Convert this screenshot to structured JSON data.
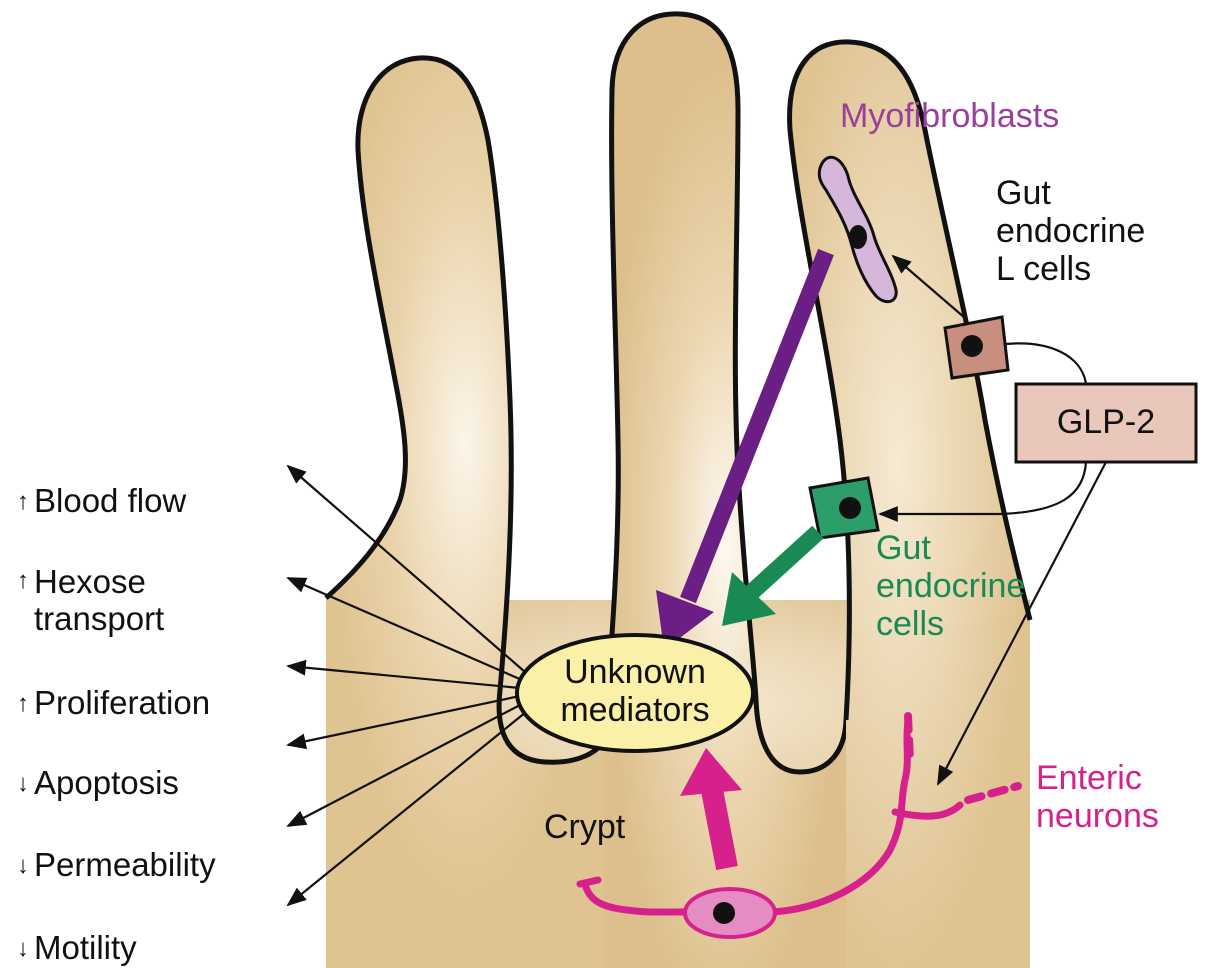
{
  "colors": {
    "tissue": "#dfc391",
    "tissue_dark": "#c9a673",
    "tissue_light": "#fbf5e9",
    "band": "#b98472",
    "outline": "#111111",
    "purple": "#9b3f9c",
    "purple_dark": "#6b1f84",
    "green": "#1a8a55",
    "green_box": "#2c9e6a",
    "magenta": "#d6218c",
    "magenta_soft": "#e36db3",
    "lcell_box": "#c98f7e",
    "glp2_box": "#e9c7bb",
    "mediator_fill": "#fbf0a8"
  },
  "labels": {
    "myofibroblasts": "Myofibroblasts",
    "gut_endocrine_l_cells": "Gut\nendocrine\nL cells",
    "glp2": "GLP-2",
    "gut_endocrine_cells": "Gut\nendocrine\ncells",
    "unknown_mediators": "Unknown\nmediators",
    "enteric_neurons": "Enteric\nneurons",
    "crypt": "Crypt"
  },
  "outcomes": [
    {
      "direction": "up",
      "arrow": "↑",
      "text": "Blood flow"
    },
    {
      "direction": "up",
      "arrow": "↑",
      "text": "Hexose\ntransport"
    },
    {
      "direction": "up",
      "arrow": "↑",
      "text": "Proliferation"
    },
    {
      "direction": "down",
      "arrow": "↓",
      "text": "Apoptosis"
    },
    {
      "direction": "down",
      "arrow": "↓",
      "text": "Permeability"
    },
    {
      "direction": "down",
      "arrow": "↓",
      "text": "Motility"
    }
  ]
}
